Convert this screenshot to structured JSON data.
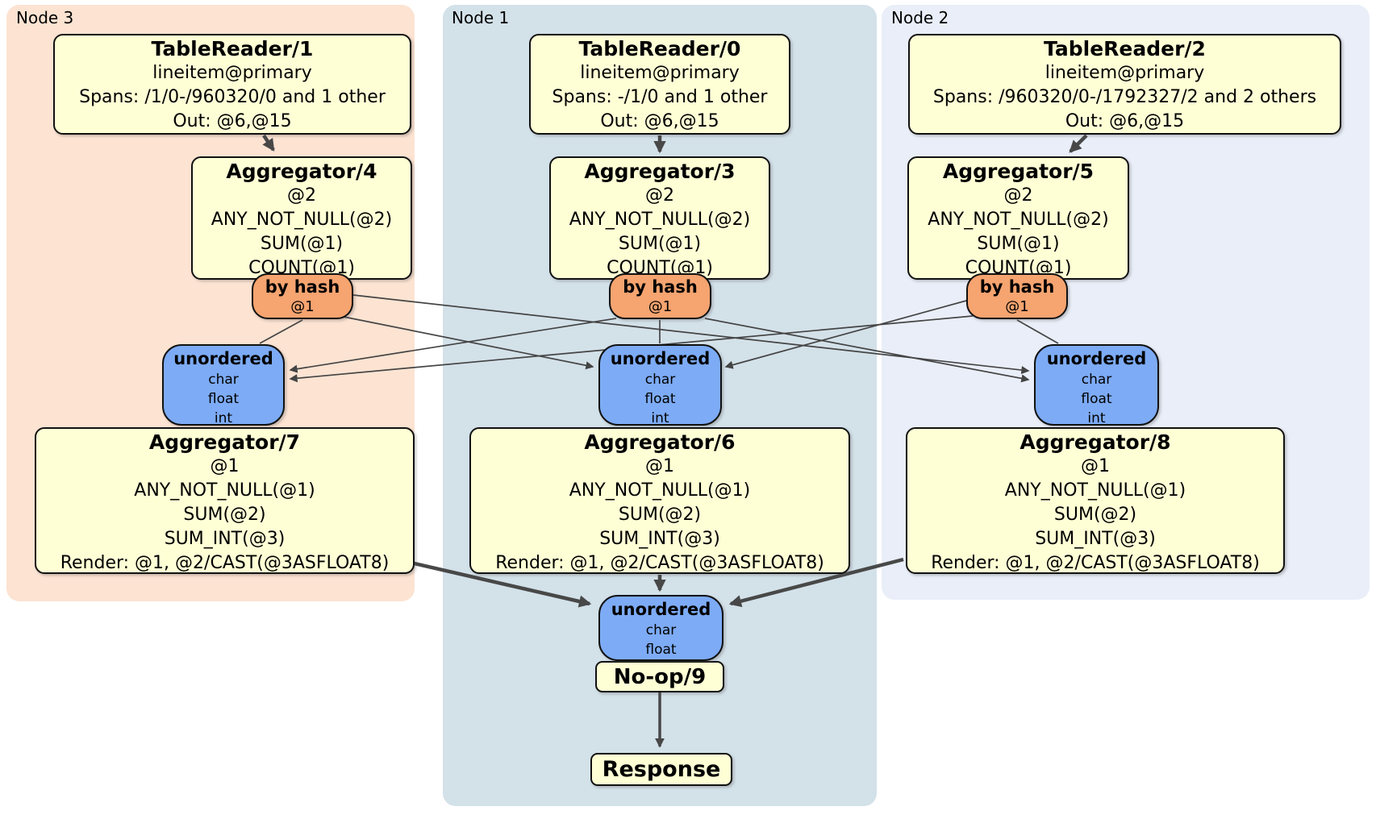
{
  "colors": {
    "processor_fill": "#ffffd6",
    "router_fill": "#f6a470",
    "sync_fill": "#7dabf5",
    "node3_region_bg": "#fce3d2",
    "node1_region_bg": "#d3e1e9",
    "node2_region_bg": "#e9eef8",
    "edge_color": "#484848",
    "box_border": "#111111"
  },
  "regions": {
    "node3": {
      "label": "Node 3"
    },
    "node1": {
      "label": "Node 1"
    },
    "node2": {
      "label": "Node 2"
    }
  },
  "nodes": {
    "tr1": {
      "title": "TableReader/1",
      "lines": [
        "lineitem@primary",
        "Spans: /1/0-/960320/0 and 1 other",
        "Out: @6,@15"
      ]
    },
    "tr0": {
      "title": "TableReader/0",
      "lines": [
        "lineitem@primary",
        "Spans: -/1/0 and 1 other",
        "Out: @6,@15"
      ]
    },
    "tr2": {
      "title": "TableReader/2",
      "lines": [
        "lineitem@primary",
        "Spans: /960320/0-/1792327/2 and 2 others",
        "Out: @6,@15"
      ]
    },
    "agg4": {
      "title": "Aggregator/4",
      "lines": [
        "@2",
        "ANY_NOT_NULL(@2)",
        "SUM(@1)",
        "COUNT(@1)"
      ]
    },
    "agg3": {
      "title": "Aggregator/3",
      "lines": [
        "@2",
        "ANY_NOT_NULL(@2)",
        "SUM(@1)",
        "COUNT(@1)"
      ]
    },
    "agg5": {
      "title": "Aggregator/5",
      "lines": [
        "@2",
        "ANY_NOT_NULL(@2)",
        "SUM(@1)",
        "COUNT(@1)"
      ]
    },
    "hash3": {
      "title": "by hash",
      "lines": [
        "@1"
      ]
    },
    "hash1": {
      "title": "by hash",
      "lines": [
        "@1"
      ]
    },
    "hash2": {
      "title": "by hash",
      "lines": [
        "@1"
      ]
    },
    "sync3": {
      "title": "unordered",
      "lines": [
        "char",
        "float",
        "int"
      ]
    },
    "sync1": {
      "title": "unordered",
      "lines": [
        "char",
        "float",
        "int"
      ]
    },
    "sync2": {
      "title": "unordered",
      "lines": [
        "char",
        "float",
        "int"
      ]
    },
    "agg7": {
      "title": "Aggregator/7",
      "lines": [
        "@1",
        "ANY_NOT_NULL(@1)",
        "SUM(@2)",
        "SUM_INT(@3)",
        "Render: @1, @2/CAST(@3ASFLOAT8)"
      ]
    },
    "agg6": {
      "title": "Aggregator/6",
      "lines": [
        "@1",
        "ANY_NOT_NULL(@1)",
        "SUM(@2)",
        "SUM_INT(@3)",
        "Render: @1, @2/CAST(@3ASFLOAT8)"
      ]
    },
    "agg8": {
      "title": "Aggregator/8",
      "lines": [
        "@1",
        "ANY_NOT_NULL(@1)",
        "SUM(@2)",
        "SUM_INT(@3)",
        "Render: @1, @2/CAST(@3ASFLOAT8)"
      ]
    },
    "sync_final": {
      "title": "unordered",
      "lines": [
        "char",
        "float"
      ]
    },
    "noop": {
      "title": "No-op/9"
    },
    "response": {
      "title": "Response"
    }
  },
  "edges": [
    {
      "from": "tr1",
      "to": "agg4"
    },
    {
      "from": "tr0",
      "to": "agg3"
    },
    {
      "from": "tr2",
      "to": "agg5"
    },
    {
      "from": "hash3",
      "to": "sync3"
    },
    {
      "from": "hash3",
      "to": "sync1"
    },
    {
      "from": "hash3",
      "to": "sync2"
    },
    {
      "from": "hash1",
      "to": "sync3"
    },
    {
      "from": "hash1",
      "to": "sync1"
    },
    {
      "from": "hash1",
      "to": "sync2"
    },
    {
      "from": "hash2",
      "to": "sync3"
    },
    {
      "from": "hash2",
      "to": "sync1"
    },
    {
      "from": "hash2",
      "to": "sync2"
    },
    {
      "from": "agg7",
      "to": "sync_final"
    },
    {
      "from": "agg6",
      "to": "sync_final"
    },
    {
      "from": "agg8",
      "to": "sync_final"
    },
    {
      "from": "noop",
      "to": "response"
    }
  ]
}
